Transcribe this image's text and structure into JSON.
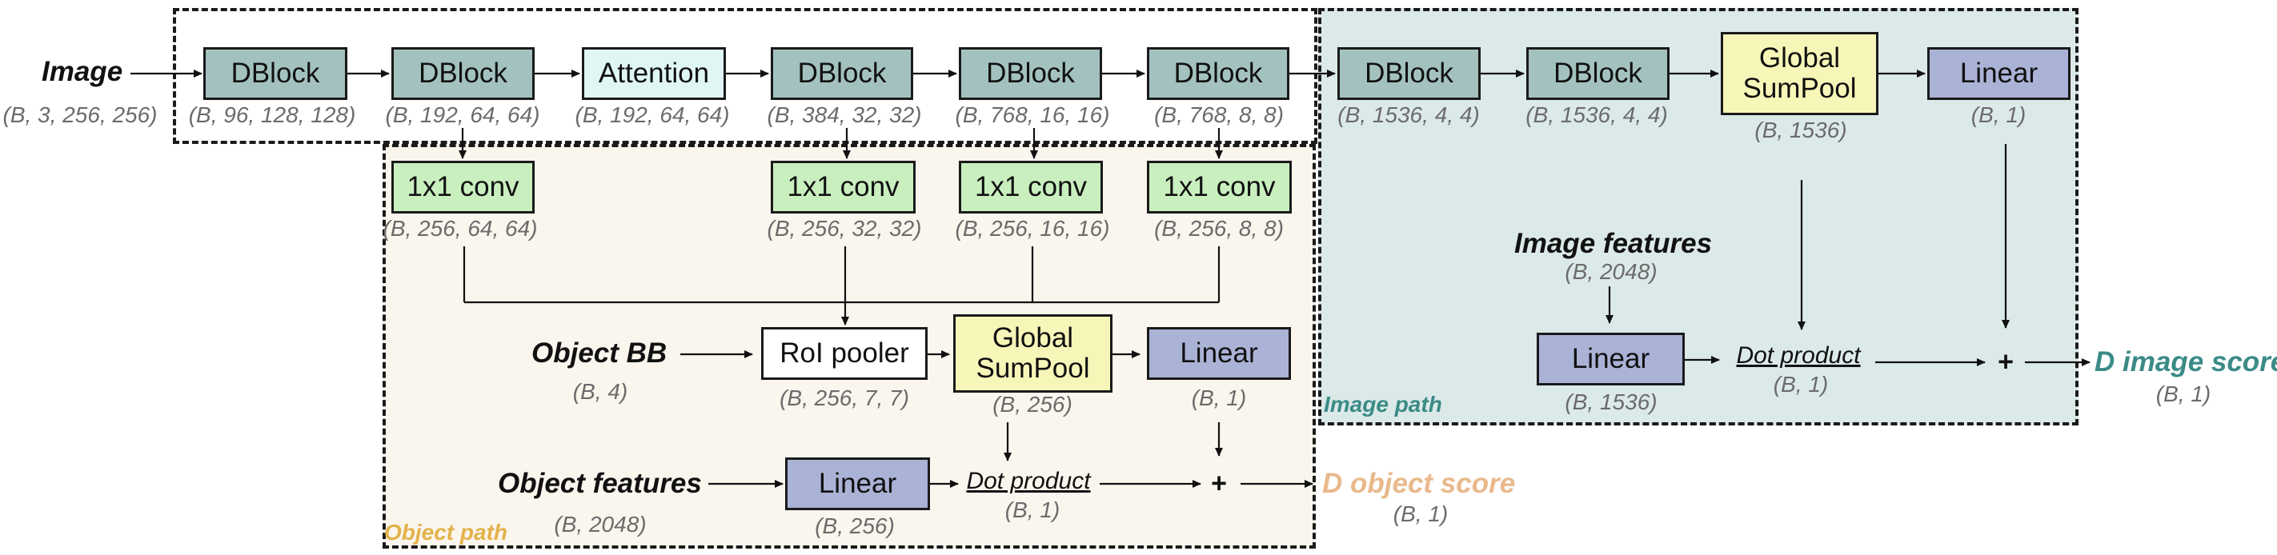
{
  "colors": {
    "dblock": "#a3c2bf",
    "attention": "#dff6f5",
    "conv": "#c9efbf",
    "pool": "#f7f6b9",
    "linear": "#aab2d6",
    "roi": "#ffffff",
    "object_region": "#faf6ee",
    "image_region": "#dce9e9",
    "object_accent": "#e9b98c",
    "object_path_label": "#e3b24a",
    "image_accent": "#3b8b86"
  },
  "nodes": {
    "image_input": {
      "label": "Image",
      "dims": "(B, 3, 256, 256)"
    },
    "dblock1": {
      "label": "DBlock",
      "dims": "(B, 96, 128, 128)"
    },
    "dblock2": {
      "label": "DBlock",
      "dims": "(B, 192, 64, 64)"
    },
    "attention": {
      "label": "Attention",
      "dims": "(B, 192, 64, 64)"
    },
    "dblock3": {
      "label": "DBlock",
      "dims": "(B, 384, 32, 32)"
    },
    "dblock4": {
      "label": "DBlock",
      "dims": "(B, 768, 16, 16)"
    },
    "dblock5": {
      "label": "DBlock",
      "dims": "(B, 768, 8, 8)"
    },
    "dblock6": {
      "label": "DBlock",
      "dims": "(B, 1536, 4, 4)"
    },
    "dblock7": {
      "label": "DBlock",
      "dims": "(B, 1536, 4, 4)"
    },
    "img_pool": {
      "label_line1": "Global",
      "label_line2": "SumPool",
      "dims": "(B, 1536)"
    },
    "img_linear": {
      "label": "Linear",
      "dims": "(B, 1)"
    },
    "conv1": {
      "label": "1x1 conv",
      "dims": "(B, 256, 64, 64)"
    },
    "conv2": {
      "label": "1x1 conv",
      "dims": "(B, 256, 32, 32)"
    },
    "conv3": {
      "label": "1x1 conv",
      "dims": "(B, 256, 16, 16)"
    },
    "conv4": {
      "label": "1x1 conv",
      "dims": "(B, 256, 8, 8)"
    },
    "object_bb": {
      "label": "Object BB",
      "dims": "(B, 4)"
    },
    "roi_pooler": {
      "label": "RoI pooler",
      "dims": "(B, 256, 7, 7)"
    },
    "obj_pool": {
      "label_line1": "Global",
      "label_line2": "SumPool",
      "dims": "(B, 256)"
    },
    "obj_linear_top": {
      "label": "Linear",
      "dims": "(B, 1)"
    },
    "object_features": {
      "label": "Object features",
      "dims": "(B, 2048)"
    },
    "obj_linear": {
      "label": "Linear",
      "dims": "(B, 256)"
    },
    "obj_dot": {
      "label": "Dot product",
      "dims": "(B, 1)"
    },
    "obj_plus": {
      "label": "+"
    },
    "obj_score": {
      "label": "D object score",
      "dims": "(B, 1)"
    },
    "image_features": {
      "label": "Image features",
      "dims": "(B, 2048)"
    },
    "img_feat_linear": {
      "label": "Linear",
      "dims": "(B, 1536)"
    },
    "img_dot": {
      "label": "Dot product",
      "dims": "(B, 1)"
    },
    "img_plus": {
      "label": "+"
    },
    "img_score": {
      "label": "D image score",
      "dims": "(B, 1)"
    }
  },
  "regions": {
    "object_path": "Object path",
    "image_path": "Image path"
  }
}
